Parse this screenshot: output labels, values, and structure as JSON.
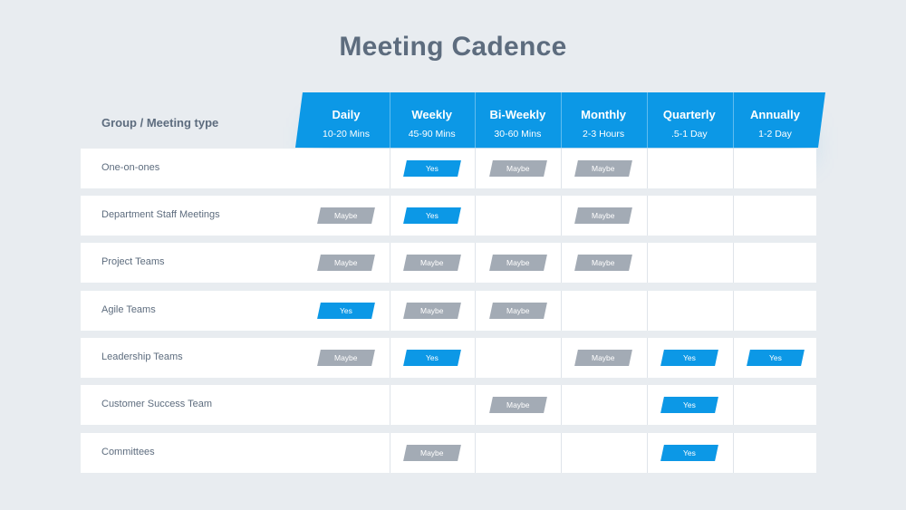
{
  "title": "Meeting Cadence",
  "group_label": "Group / Meeting type",
  "columns": [
    {
      "name": "Daily",
      "duration": "10-20 Mins"
    },
    {
      "name": "Weekly",
      "duration": "45-90 Mins"
    },
    {
      "name": "Bi-Weekly",
      "duration": "30-60 Mins"
    },
    {
      "name": "Monthly",
      "duration": "2-3 Hours"
    },
    {
      "name": "Quarterly",
      "duration": ".5-1 Day"
    },
    {
      "name": "Annually",
      "duration": "1-2 Day"
    }
  ],
  "labels": {
    "yes": "Yes",
    "maybe": "Maybe"
  },
  "colors": {
    "accent": "#0c98e6",
    "maybe": "#a3abb5",
    "text": "#5d6c7e"
  },
  "rows": [
    {
      "label": "One-on-ones",
      "cells": [
        "",
        "Yes",
        "Maybe",
        "Maybe",
        "",
        ""
      ]
    },
    {
      "label": "Department Staff Meetings",
      "cells": [
        "Maybe",
        "Yes",
        "",
        "Maybe",
        "",
        ""
      ]
    },
    {
      "label": "Project Teams",
      "cells": [
        "Maybe",
        "Maybe",
        "Maybe",
        "Maybe",
        "",
        ""
      ]
    },
    {
      "label": "Agile Teams",
      "cells": [
        "Yes",
        "Maybe",
        "Maybe",
        "",
        "",
        ""
      ]
    },
    {
      "label": "Leadership Teams",
      "cells": [
        "Maybe",
        "Yes",
        "",
        "Maybe",
        "Yes",
        "Yes"
      ]
    },
    {
      "label": "Customer Success Team",
      "cells": [
        "",
        "",
        "Maybe",
        "",
        "Yes",
        ""
      ]
    },
    {
      "label": "Committees",
      "cells": [
        "",
        "Maybe",
        "",
        "",
        "Yes",
        ""
      ]
    }
  ]
}
